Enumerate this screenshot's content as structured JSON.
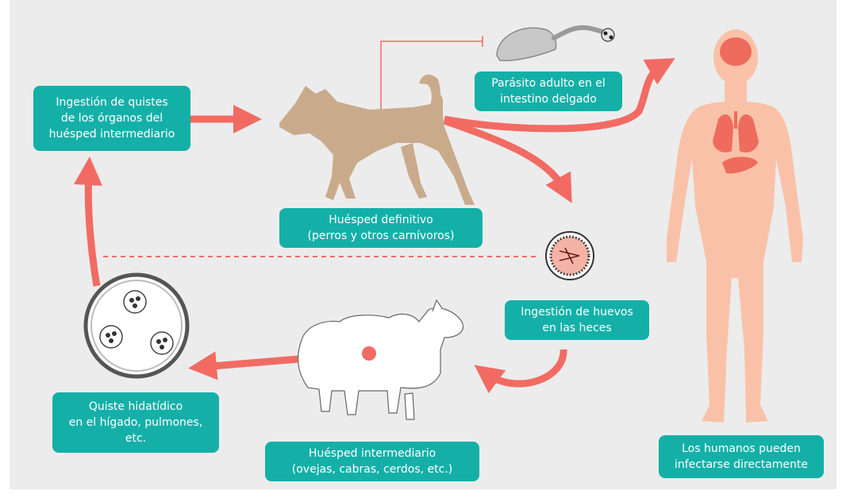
{
  "labels": {
    "ingestion_quistes": [
      "Ingestión de quistes",
      "de los órganos del",
      "huésped intermediario"
    ],
    "parasito_adulto": [
      "Parásito adulto en el",
      "intestino delgado"
    ],
    "huesped_definitivo": [
      "Huésped definitivo",
      "(perros y otros carnívoros)"
    ],
    "ingestion_huevos": [
      "Ingestión de huevos",
      "en las heces"
    ],
    "quiste_hidatidico": [
      "Quiste hidatídico",
      "en el hígado, pulmones,",
      "etc."
    ],
    "huesped_intermediario": [
      "Huésped intermediario",
      "(ovejas, cabras, cerdos, etc.)"
    ],
    "humanos": [
      "Los humanos pueden",
      "infectarse directamente"
    ]
  },
  "colors": {
    "teal": "#14b0a8",
    "arrow": "#f26b63",
    "dog": "#c9ab8c",
    "human": "#f9c2a8",
    "organ": "#ef6b5d",
    "background": "#ececec"
  },
  "icons": [
    "dog-illustration",
    "sheep-illustration",
    "human-illustration",
    "tapeworm-illustration",
    "egg-icon",
    "hydatid-cyst-icon"
  ]
}
